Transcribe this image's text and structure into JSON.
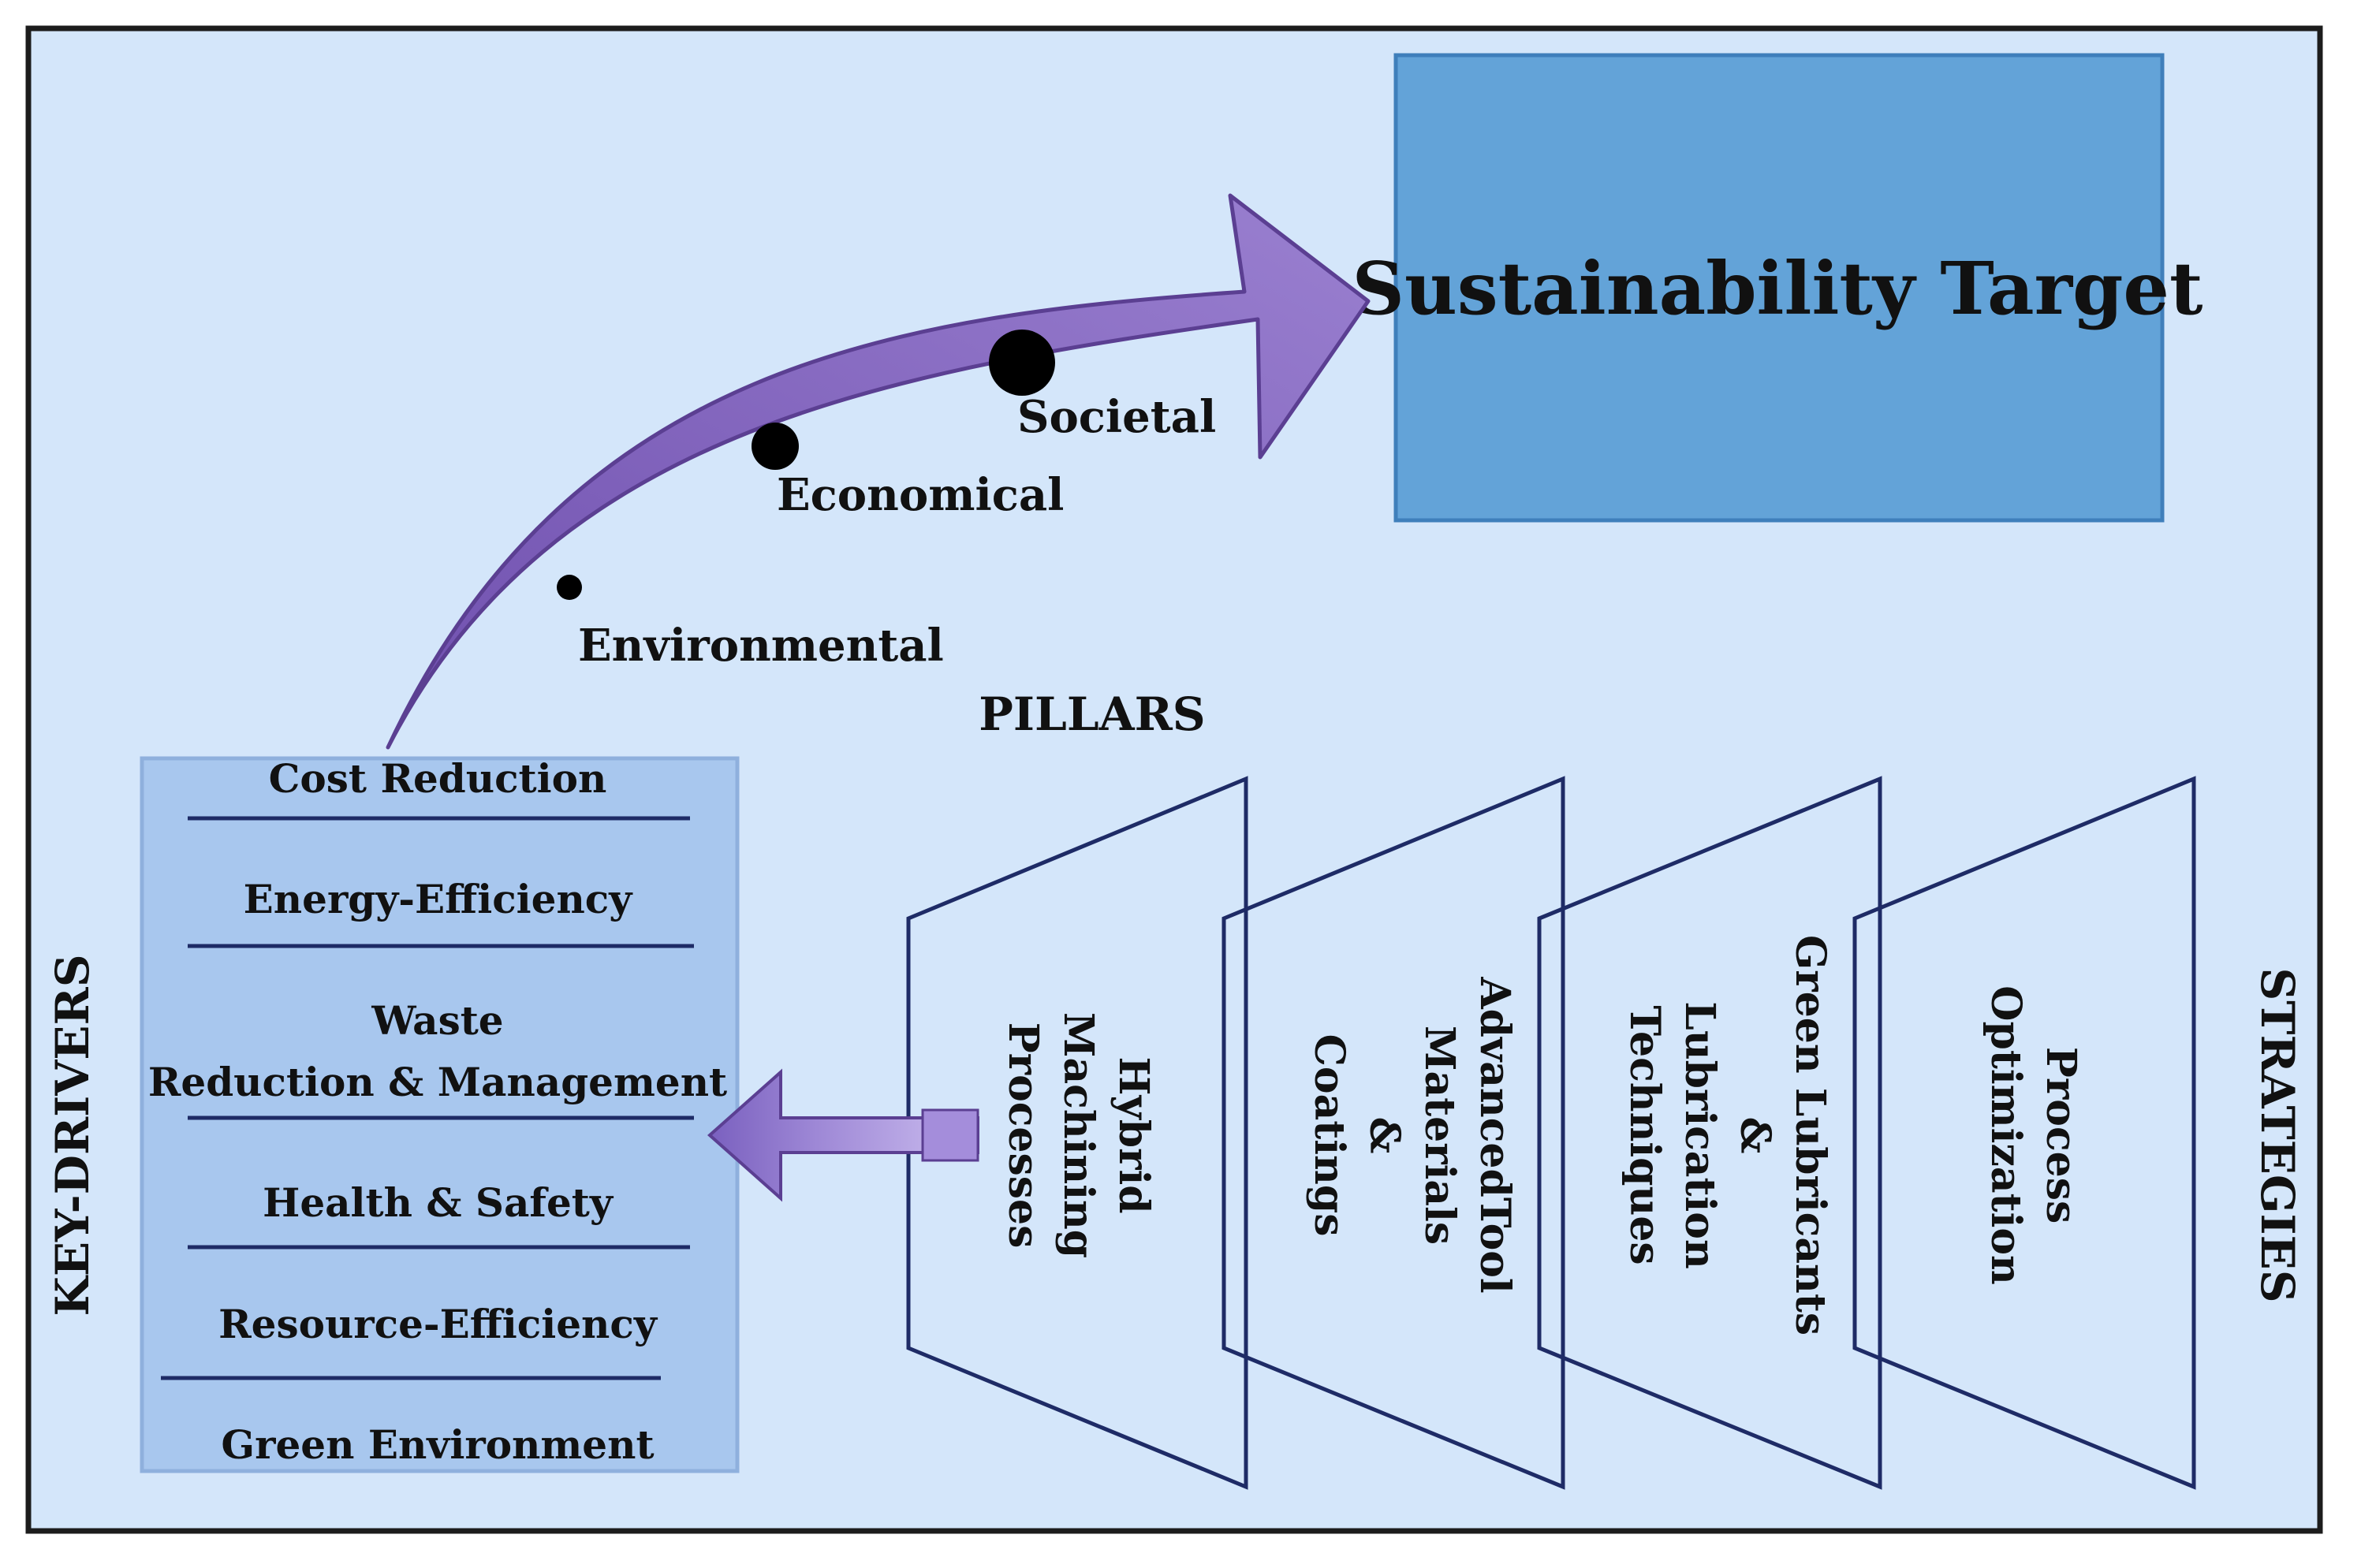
{
  "colors": {
    "background": "#d4e6fa",
    "frame": "#1c1c1c",
    "target_box_fill": "#63a3d8",
    "target_box_stroke": "#3f7fbb",
    "arrow_fill": "#8b6fc2",
    "arrow_stroke": "#5b3f92",
    "drivers_fill": "#a8c7ee",
    "drivers_stroke": "#8fb0dd",
    "panel_stroke": "#1e2b66",
    "text": "#111111"
  },
  "target": {
    "title": "Sustainability Target"
  },
  "pillars": {
    "heading": "PILLARS",
    "items": [
      {
        "label": "Environmental"
      },
      {
        "label": "Economical"
      },
      {
        "label": "Societal"
      }
    ]
  },
  "key_drivers": {
    "heading": "KEY-DRIVERS",
    "items": [
      {
        "lines": [
          "Cost Reduction"
        ]
      },
      {
        "lines": [
          "Energy-Efficiency"
        ]
      },
      {
        "lines": [
          "Waste",
          "Reduction & Management"
        ]
      },
      {
        "lines": [
          "Health & Safety"
        ]
      },
      {
        "lines": [
          "Resource-Efficiency"
        ]
      },
      {
        "lines": [
          "Green Environment"
        ]
      }
    ]
  },
  "strategies": {
    "heading": "STRATEGIES",
    "items": [
      {
        "lines": [
          "Hybrid",
          "Machining",
          "Processes"
        ]
      },
      {
        "lines": [
          "AdvancedTool",
          "Materials",
          "&",
          "Coatings"
        ]
      },
      {
        "lines": [
          "Green Lubricants",
          "&",
          "Lubrication",
          "Techniques"
        ]
      },
      {
        "lines": [
          "Process",
          "Optimization"
        ]
      }
    ]
  }
}
